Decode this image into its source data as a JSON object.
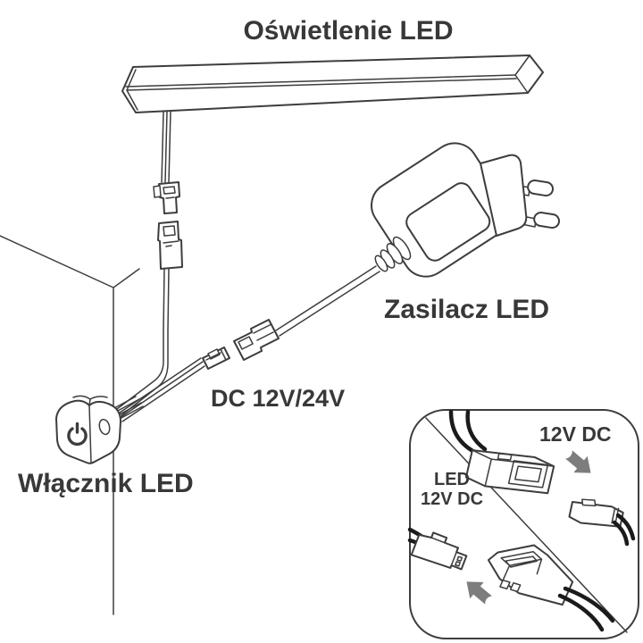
{
  "diagram": {
    "title": "Oświetlenie LED",
    "labels": {
      "power_supply": "Zasilacz LED",
      "dc_voltage": "DC 12V/24V",
      "led_switch": "Włącznik LED"
    },
    "inset": {
      "psu_side_label": "12V DC",
      "led_side_label_line1": "LED",
      "led_side_label_line2": "12V DC"
    },
    "icons": {
      "power_icon": "power symbol on switch face",
      "arrow_down_right_icon": "gray arrow pointing to male plug",
      "arrow_up_left_icon": "gray arrow pointing to LED plug"
    },
    "colors": {
      "background": "#ffffff",
      "line": "#3d3d3d",
      "text": "#383838",
      "arrow": "#7d7d7d",
      "wire": "#1b1b1b"
    }
  }
}
